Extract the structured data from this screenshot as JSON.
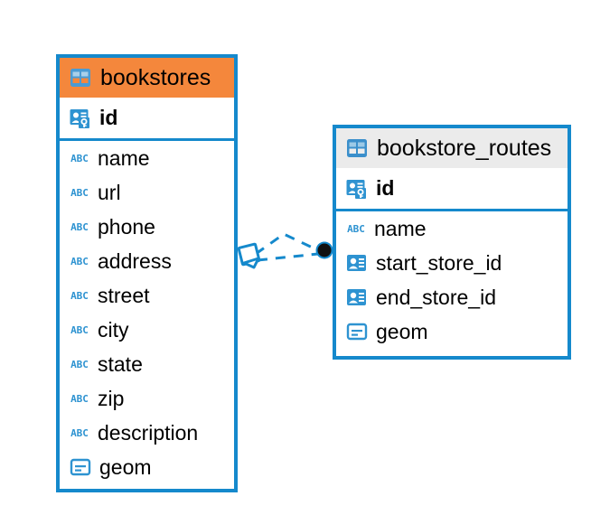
{
  "diagram": {
    "type": "entity-relationship-diagram",
    "background": "#FFFFFF",
    "accent_color": "#1589CC",
    "highlight_color": "#F4873C",
    "header_color": "#EBEBEB"
  },
  "tables": [
    {
      "name": "bookstores",
      "header_style": "highlighted",
      "icon": "table-icon",
      "fields": [
        {
          "name": "id",
          "icon": "primary-key-icon",
          "key": "primary"
        },
        {
          "name": "name",
          "icon": "abc-text-icon",
          "key": "none"
        },
        {
          "name": "url",
          "icon": "abc-text-icon",
          "key": "none"
        },
        {
          "name": "phone",
          "icon": "abc-text-icon",
          "key": "none"
        },
        {
          "name": "address",
          "icon": "abc-text-icon",
          "key": "none"
        },
        {
          "name": "street",
          "icon": "abc-text-icon",
          "key": "none"
        },
        {
          "name": "city",
          "icon": "abc-text-icon",
          "key": "none"
        },
        {
          "name": "state",
          "icon": "abc-text-icon",
          "key": "none"
        },
        {
          "name": "zip",
          "icon": "abc-text-icon",
          "key": "none"
        },
        {
          "name": "description",
          "icon": "abc-text-icon",
          "key": "none"
        },
        {
          "name": "geom",
          "icon": "geometry-icon",
          "key": "none"
        }
      ]
    },
    {
      "name": "bookstore_routes",
      "header_style": "default",
      "icon": "table-icon",
      "fields": [
        {
          "name": "id",
          "icon": "primary-key-icon",
          "key": "primary"
        },
        {
          "name": "name",
          "icon": "abc-text-icon",
          "key": "none"
        },
        {
          "name": "start_store_id",
          "icon": "foreign-key-icon",
          "key": "foreign"
        },
        {
          "name": "end_store_id",
          "icon": "foreign-key-icon",
          "key": "foreign"
        },
        {
          "name": "geom",
          "icon": "geometry-icon",
          "key": "none"
        }
      ]
    }
  ],
  "relationships": [
    {
      "from": "bookstores",
      "to": "bookstore_routes",
      "style": "dashed",
      "source_marker": "diamond",
      "target_marker": "filled-circle"
    },
    {
      "from": "bookstores",
      "to": "bookstore_routes",
      "style": "dashed",
      "source_marker": "diamond",
      "target_marker": "filled-circle"
    }
  ]
}
